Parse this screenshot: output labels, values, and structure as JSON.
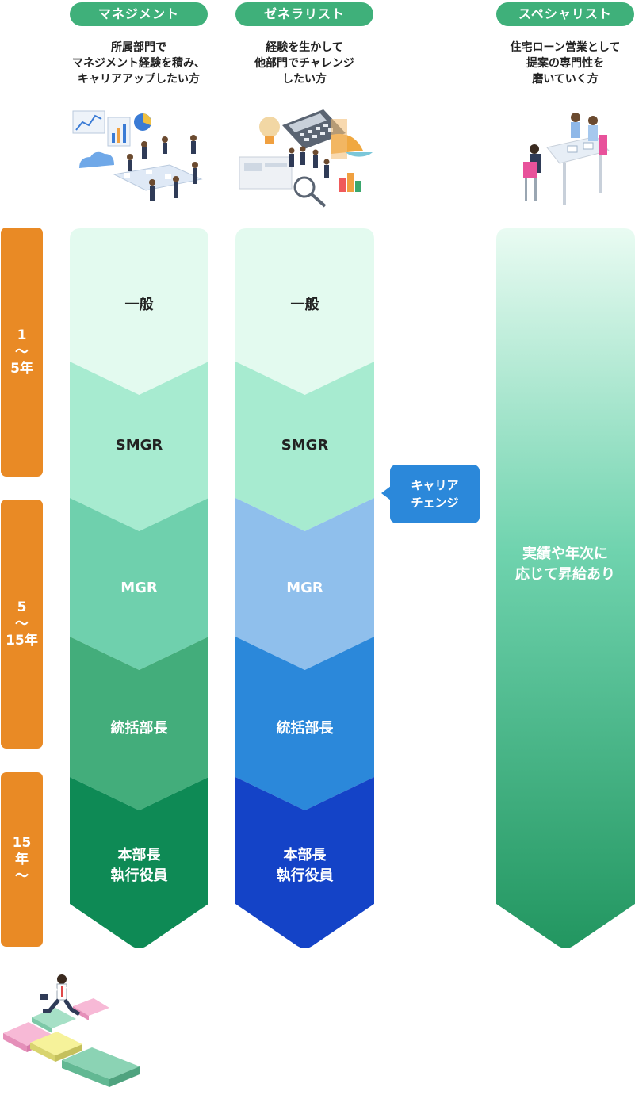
{
  "tracks": [
    {
      "title": "マネジメント",
      "description": "所属部門で\nマネジメント経験を積み、\nキャリアアップしたい方"
    },
    {
      "title": "ゼネラリスト",
      "description": "経験を生かして\n他部門でチャレンジ\nしたい方"
    },
    {
      "title": "スペシャリスト",
      "description": "住宅ローン営業として\n提案の専門性を\n磨いていく方"
    }
  ],
  "years": [
    "1\n〜\n5年",
    "5\n〜\n15年",
    "15\n年\n〜"
  ],
  "management_levels": [
    "一般",
    "SMGR",
    "MGR",
    "統括部長",
    "本部長\n執行役員"
  ],
  "generalist_levels": [
    "一般",
    "SMGR",
    "MGR",
    "統括部長",
    "本部長\n執行役員"
  ],
  "career_change_label": "キャリア\nチェンジ",
  "specialist_text": "実績や年次に\n応じて昇給あり",
  "colors": {
    "pill": "#3fb07a",
    "year": "#e98a25",
    "callout": "#2b88da",
    "management": [
      "#e3faef",
      "#a7ebd0",
      "#6fd0ad",
      "#43ad7b",
      "#0e8a55"
    ],
    "generalist": [
      "#e3faef",
      "#a7ebd0",
      "#8fbfec",
      "#2b88da",
      "#1443c7"
    ],
    "specialist_top": "#e9fbf2",
    "specialist_mid": "#6fd3ae",
    "specialist_bottom": "#229660"
  }
}
